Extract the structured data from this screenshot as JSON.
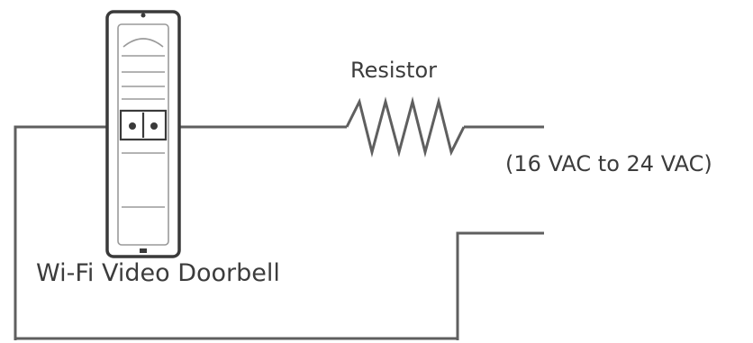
{
  "labels": {
    "resistor": "Resistor",
    "voltage": "(16 VAC to 24 VAC)",
    "device": "Wi-Fi Video Doorbell"
  },
  "colors": {
    "wire": "#5f5f5f",
    "outline": "#3a3a3a",
    "text": "#3c3c3c"
  }
}
